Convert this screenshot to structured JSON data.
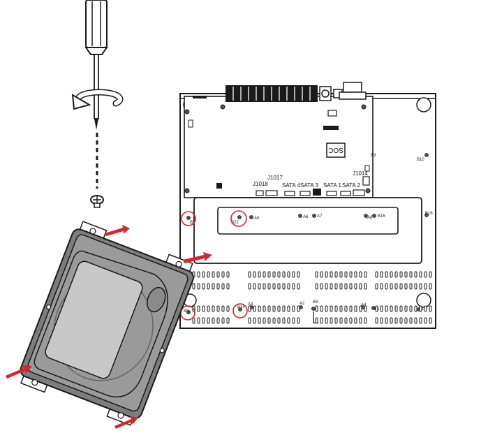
{
  "labels": {
    "j1017": "J1017",
    "j1018": "J1018",
    "j1014": "J1014",
    "sata4": "SATA 4",
    "sata3": "SATA 3",
    "sata1": "SATA 1",
    "sata2": "SATA 2",
    "soc": "SOC"
  },
  "holes": {
    "b10": "B10",
    "b16": "B16",
    "b15": "B15",
    "b14": "B14",
    "b17": "B17",
    "b9": "B9",
    "b12": "B12",
    "b22": "B22",
    "b5": "B5",
    "a8": "A8",
    "a7": "A7",
    "a6": "A6",
    "a5": "A5",
    "a3": "A3",
    "a2": "A2",
    "a4": "A4",
    "b8": "B8"
  },
  "colors": {
    "arrow": "#d6252c",
    "highlight": "#d6252c",
    "line": "#1a1a1a",
    "drive_plate": "#9a9a9a",
    "drive_label": "#c8c8c8"
  },
  "icons": {
    "screwdriver": "screwdriver-icon",
    "rotation": "clockwise-rotation-icon",
    "screw": "screw-icon",
    "arrow": "insert-arrow-icon"
  }
}
